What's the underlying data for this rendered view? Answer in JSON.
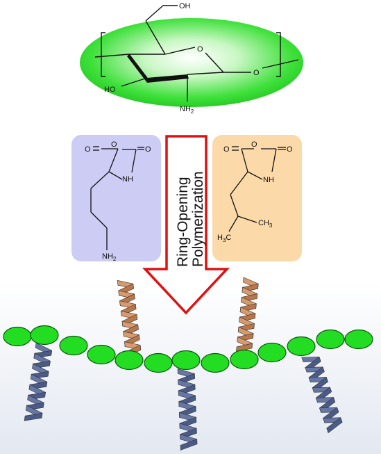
{
  "arrow": {
    "line1": "Ring-Opening",
    "line2": "Polymerization"
  },
  "chitosan": {
    "oh_top": "OH",
    "ring_o": "O",
    "glyco_o": "O",
    "ho_left": "HO",
    "nh2": "NH",
    "nh2_sub": "2"
  },
  "lysine_nca": {
    "o_left": "O",
    "o_ring": "O",
    "o_right": "O",
    "nh": "NH",
    "nh2": "NH",
    "nh2_sub": "2"
  },
  "leucine_nca": {
    "o_left": "O",
    "o_ring": "O",
    "o_right": "O",
    "nh": "NH",
    "ch3": "CH",
    "ch3_sub": "3",
    "h3c": "H",
    "h3c_sub": "3",
    "h3c_tail": "C"
  },
  "colors": {
    "backbone_bead": "#22dd22",
    "lysine_panel": "#ccccf5",
    "leucine_panel": "#fbd9a8",
    "arrow_stroke": "#e01010",
    "helix_blue": "#6677a6",
    "helix_orange": "#d89a6c"
  }
}
